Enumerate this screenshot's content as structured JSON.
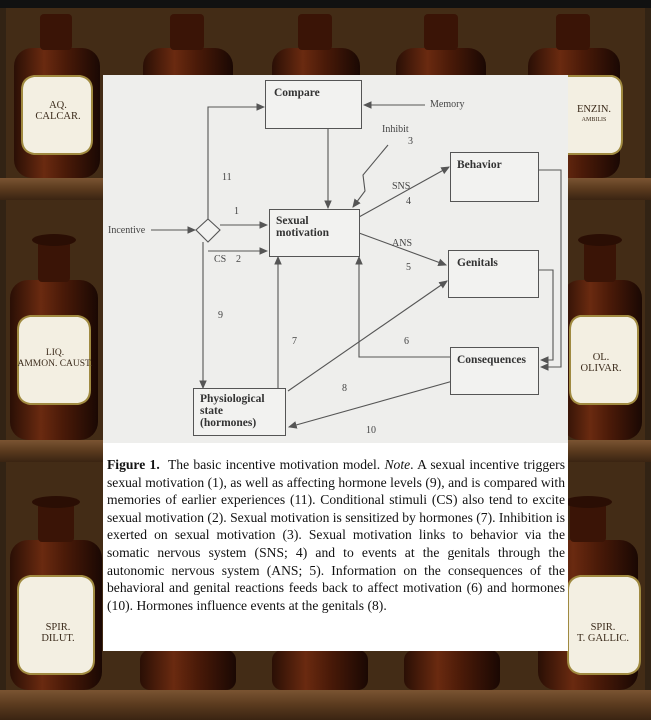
{
  "jar_labels": {
    "aq_calcar": [
      "AQ.",
      "CALCAR."
    ],
    "benzin": [
      "ENZIN.",
      "AMBILIS"
    ],
    "liq_ammon": [
      "LIQ.",
      "AMMON. CAUST."
    ],
    "ol_olivar": [
      "OL.",
      "OLIVAR."
    ],
    "spir_dilut": [
      "SPIR.",
      "DILUT."
    ],
    "spir_gallic": [
      "SPIR.",
      "T. GALLIC."
    ]
  },
  "diagram": {
    "boxes": {
      "compare": "Compare",
      "behavior": "Behavior",
      "sexual_motivation": [
        "Sexual",
        "motivation"
      ],
      "genitals": "Genitals",
      "consequences": "Consequences",
      "physiological": [
        "Physiological",
        "state",
        "(hormones)"
      ]
    },
    "labels": {
      "memory": "Memory",
      "inhibit": "Inhibit",
      "incentive": "Incentive",
      "sns": "SNS",
      "ans": "ANS",
      "cs": "CS",
      "n1": "1",
      "n2": "2",
      "n3": "3",
      "n4": "4",
      "n5": "5",
      "n6": "6",
      "n7": "7",
      "n8": "8",
      "n9": "9",
      "n10": "10",
      "n11": "11"
    }
  },
  "caption": {
    "figure_label": "Figure 1.",
    "title": "The basic incentive motivation model.",
    "note_label": "Note",
    "text": ". A sexual incentive triggers sexual motivation (1), as well as affecting hormone levels (9), and is compared with memories of earlier experiences (11). Conditional stimuli (CS) also tend to excite sexual motivation (2). Sexual motivation is sensitized by hormones (7). Inhibition is exerted on sexual motivation (3). Sexual motivation links to behavior via the somatic nervous system (SNS; 4) and to events at the genitals through the autonomic nervous system (ANS; 5). Information on the consequences of the behavioral and genital reactions feeds back to affect motivation (6) and hormones (10). Hormones influence events at the genitals (8)."
  }
}
